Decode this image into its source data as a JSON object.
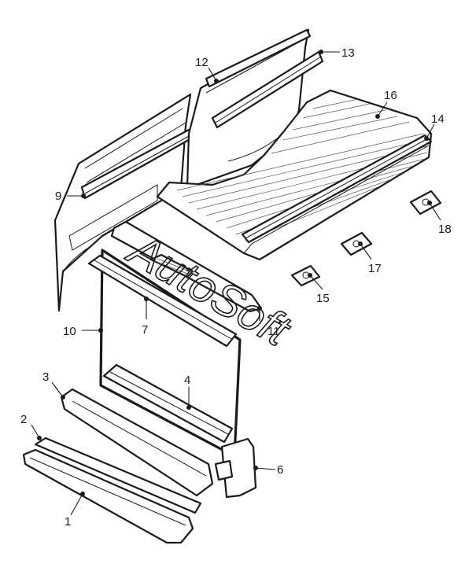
{
  "diagram": {
    "watermark": "AutoSoft",
    "callouts": [
      {
        "id": "c1",
        "number": "1"
      },
      {
        "id": "c2",
        "number": "2"
      },
      {
        "id": "c3",
        "number": "3"
      },
      {
        "id": "c4",
        "number": "4"
      },
      {
        "id": "c6",
        "number": "6"
      },
      {
        "id": "c7",
        "number": "7"
      },
      {
        "id": "c9",
        "number": "9"
      },
      {
        "id": "c10",
        "number": "10"
      },
      {
        "id": "c11",
        "number": "11"
      },
      {
        "id": "c12",
        "number": "12"
      },
      {
        "id": "c13",
        "number": "13"
      },
      {
        "id": "c14",
        "number": "14"
      },
      {
        "id": "c15",
        "number": "15"
      },
      {
        "id": "c16",
        "number": "16"
      },
      {
        "id": "c17",
        "number": "17"
      },
      {
        "id": "c18",
        "number": "18"
      }
    ]
  }
}
